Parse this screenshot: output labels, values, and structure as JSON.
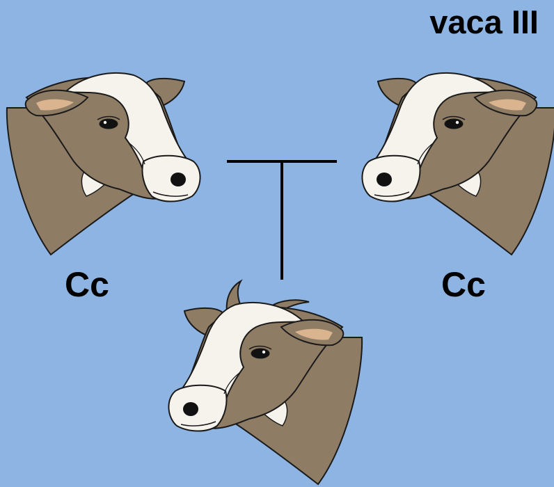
{
  "title": "vaca III",
  "parents": [
    {
      "genotype": "Cc",
      "horned": false,
      "facing": "right"
    },
    {
      "genotype": "Cc",
      "horned": false,
      "facing": "left"
    }
  ],
  "offspring": {
    "horned": true,
    "facing": "left"
  },
  "colors": {
    "background": "#8db4e2",
    "coat_brown": "#8f7c64",
    "coat_white": "#f6f2ec",
    "outline": "#1a1a1a"
  }
}
